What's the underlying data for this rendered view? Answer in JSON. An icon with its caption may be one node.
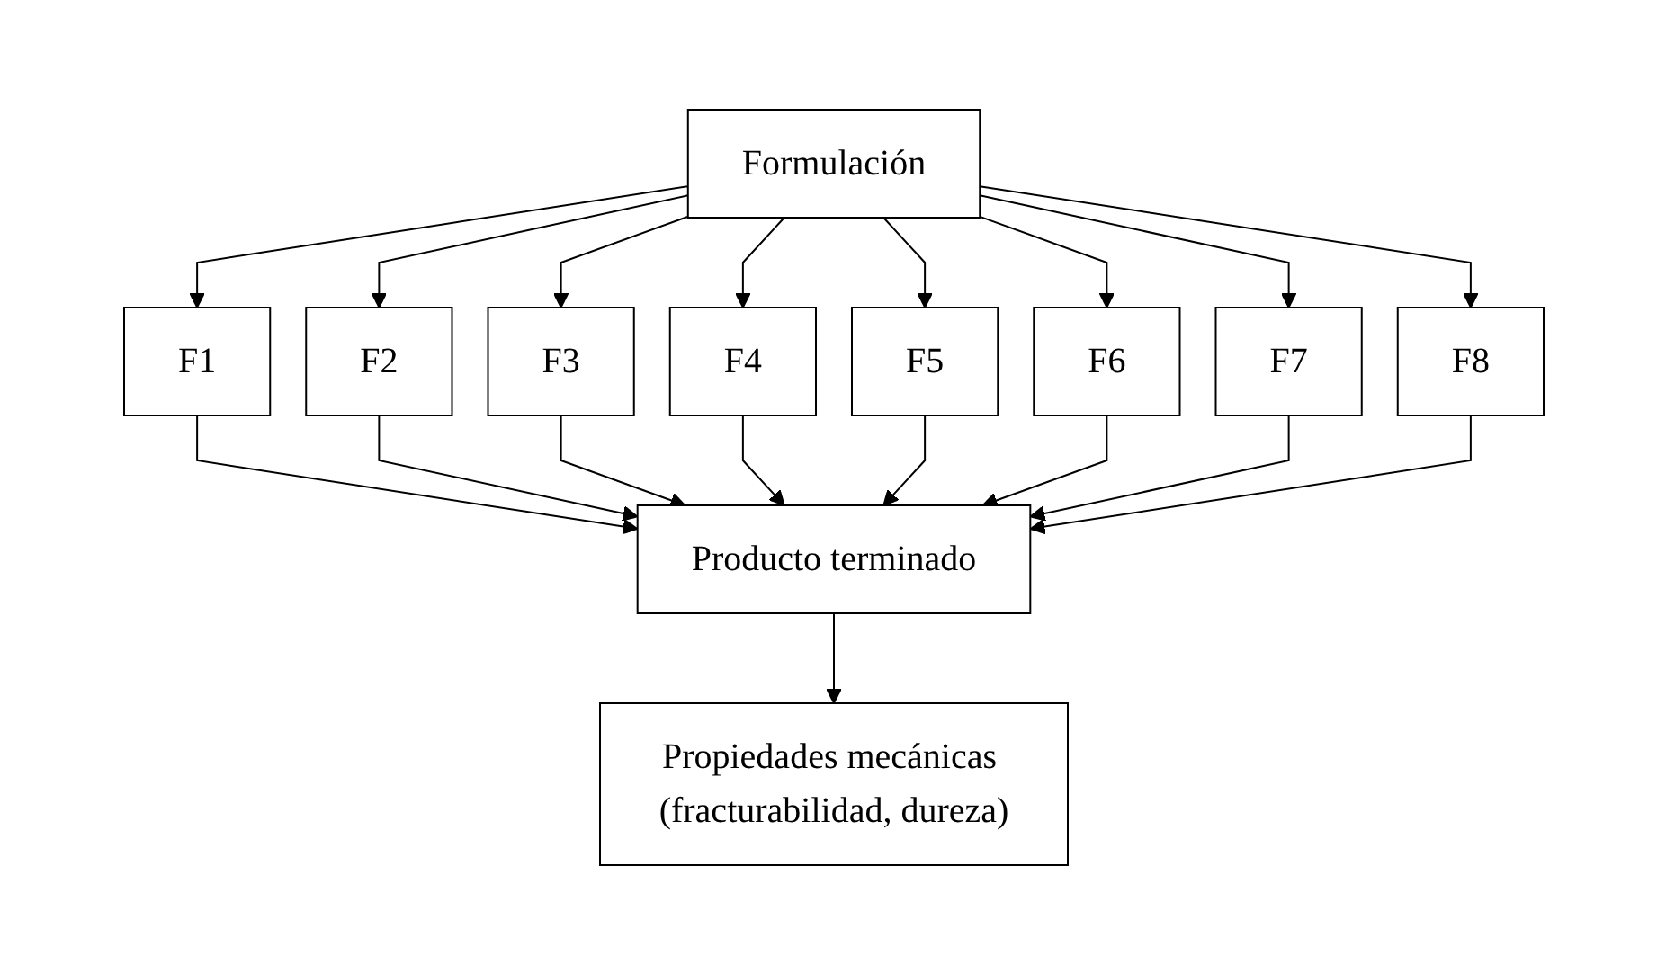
{
  "diagram": {
    "nodes": [
      {
        "text": [
          "Formulación"
        ]
      },
      {
        "text": [
          "F1"
        ]
      },
      {
        "text": [
          "F2"
        ]
      },
      {
        "text": [
          "F3"
        ]
      },
      {
        "text": [
          "F4"
        ]
      },
      {
        "text": [
          "F5"
        ]
      },
      {
        "text": [
          "F6"
        ]
      },
      {
        "text": [
          "F7"
        ]
      },
      {
        "text": [
          "F8"
        ]
      },
      {
        "text": [
          "Producto terminado"
        ]
      },
      {
        "text": [
          "Propiedades mecánicas (fracturabilidad, dureza)"
        ]
      }
    ],
    "edges": [
      {
        "from": 0,
        "to": 1,
        "arrow": "to"
      },
      {
        "from": 0,
        "to": 2,
        "arrow": "to"
      },
      {
        "from": 0,
        "to": 3,
        "arrow": "to"
      },
      {
        "from": 0,
        "to": 4,
        "arrow": "to"
      },
      {
        "from": 0,
        "to": 5,
        "arrow": "to"
      },
      {
        "from": 0,
        "to": 6,
        "arrow": "to"
      },
      {
        "from": 0,
        "to": 7,
        "arrow": "to"
      },
      {
        "from": 0,
        "to": 8,
        "arrow": "to"
      },
      {
        "from": 1,
        "to": 9,
        "arrow": "to"
      },
      {
        "from": 2,
        "to": 9,
        "arrow": "to"
      },
      {
        "from": 3,
        "to": 9,
        "arrow": "to"
      },
      {
        "from": 4,
        "to": 9,
        "arrow": "to"
      },
      {
        "from": 5,
        "to": 9,
        "arrow": "to"
      },
      {
        "from": 6,
        "to": 9,
        "arrow": "to"
      },
      {
        "from": 7,
        "to": 9,
        "arrow": "to"
      },
      {
        "from": 8,
        "to": 9,
        "arrow": "to"
      },
      {
        "from": 9,
        "to": 10,
        "arrow": "to"
      }
    ]
  }
}
